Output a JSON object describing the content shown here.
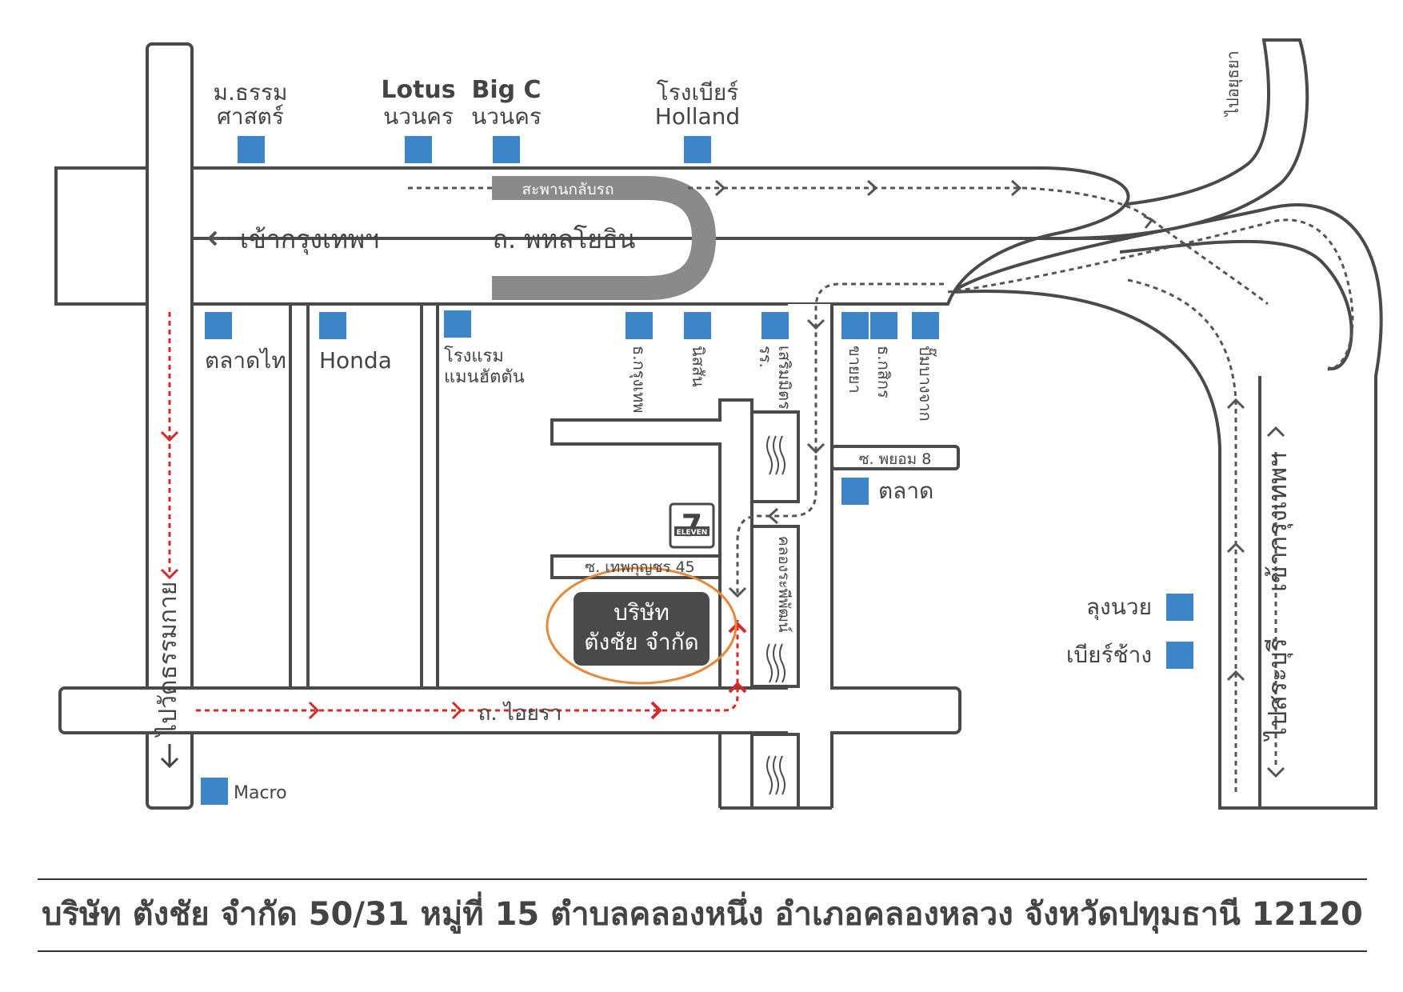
{
  "map": {
    "roads": {
      "phahonyothin": "ถ. พหลโยธิน",
      "to_bangkok": "เข้ากรุงเทพฯ",
      "u_turn_bridge": "สะพานกลับรถ",
      "to_ayutthaya": "ไปอยุธยา",
      "to_bangkok_right": "เข้ากรุงเทพฯ",
      "to_saraburi": "ไปสระบุรี",
      "to_wat_thammakai": "ไปวัดธรรมกาย",
      "ai_yara": "ถ. ไอยรา",
      "soi_thepkunchon_45": "ซ. เทพกุญชร 45",
      "soi_phayom_8": "ซ. พยอม 8",
      "canal": "คลองระพีพัฒน์"
    },
    "places": {
      "thammasat": [
        "ม.ธรรม",
        "ศาสตร์"
      ],
      "lotus": [
        "Lotus",
        "นวนคร"
      ],
      "bigc": [
        "Big C",
        "นวนคร"
      ],
      "holland": [
        "โรงเบียร์",
        "Holland"
      ],
      "talad_thai": "ตลาดไท",
      "honda": "Honda",
      "manhattan": [
        "โรงแรม",
        "แมนฮัตตัน"
      ],
      "krungthep_bank": "ธ.กรุงเทพ",
      "nissan": "นิสสัน",
      "school": [
        "รร.",
        "เสริมมิตร"
      ],
      "pharmacy": "ขายยา",
      "kasikorn": "ธ.กสิกร",
      "gas_station": "ปั๊มบางจาก",
      "market": "ตลาด",
      "lung_nuay": "ลุงนวย",
      "beer_chang": "เบียร์ช้าง",
      "macro": "Macro",
      "seven_eleven": "ELEVEN",
      "company": [
        "บริษัท",
        "ตังชัย จำกัด"
      ]
    },
    "colors": {
      "road_outline": "#4a4a4a",
      "poi_marker": "#3d85c6",
      "bridge": "#8a8a8a",
      "route_red": "#d42a2a",
      "route_gray": "#555555",
      "company_box": "#4a4a4a",
      "highlight_ellipse": "#e8883a"
    }
  },
  "footer": {
    "address": "บริษัท ตังชัย จำกัด 50/31 หมู่ที่ 15 ตำบลคลองหนึ่ง อำเภอคลองหลวง จังหวัดปทุมธานี 12120"
  }
}
